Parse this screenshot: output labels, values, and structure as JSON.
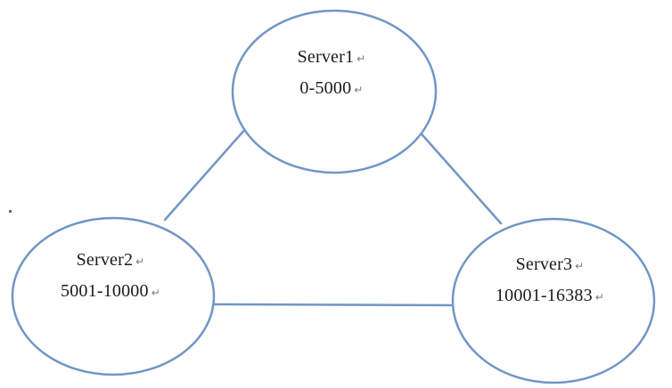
{
  "diagram": {
    "background": "#ffffff",
    "colors": {
      "node_stroke": "#7096c5",
      "edge_stroke": "#7096c5",
      "label_text": "#1a1a1a",
      "return_mark": "#7a7a7a",
      "background": "#ffffff"
    },
    "return_mark": "↵",
    "nodes": [
      {
        "id": "server1",
        "name": "Server1",
        "slot_range": "0-5000"
      },
      {
        "id": "server2",
        "name": "Server2",
        "slot_range": "5001-10000"
      },
      {
        "id": "server3",
        "name": "Server3",
        "slot_range": "10001-16383"
      }
    ],
    "edges": [
      {
        "from": "server1",
        "to": "server2"
      },
      {
        "from": "server1",
        "to": "server3"
      },
      {
        "from": "server2",
        "to": "server3"
      }
    ]
  }
}
